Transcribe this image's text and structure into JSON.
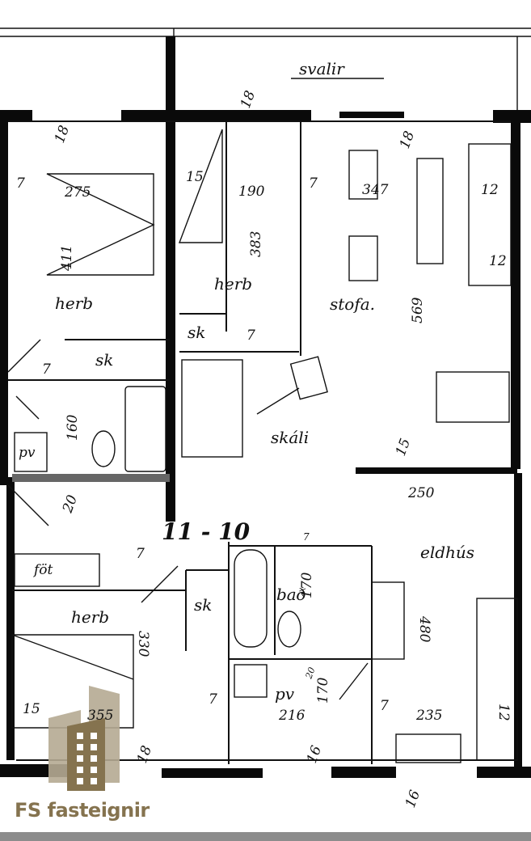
{
  "plan": {
    "rooms": {
      "svalir": "svalir",
      "herb_1": "herb",
      "herb_2": "herb",
      "herb_3": "herb",
      "stofa": "stofa.",
      "skali": "skáli",
      "eldhus": "eldhús",
      "bad": "bað",
      "sk_1": "sk",
      "sk_2": "sk",
      "sk_3": "sk",
      "pv_1": "pv",
      "pv_2": "pv",
      "fot": "föt"
    },
    "dimensions": {
      "d275": "275",
      "d190": "190",
      "d347": "347",
      "d411": "411",
      "d383": "383",
      "d569": "569",
      "d160": "160",
      "d250": "250",
      "d170a": "170",
      "d170b": "170",
      "d480": "480",
      "d330": "330",
      "d355": "355",
      "d216": "216",
      "d235": "235",
      "d12a": "12",
      "d12b": "12",
      "d12c": "12",
      "d18a": "18",
      "d18b": "18",
      "d18c": "18",
      "d18d": "18",
      "d16a": "16",
      "d16b": "16",
      "d15a": "15",
      "d15b": "15",
      "d15c": "15",
      "d20a": "20",
      "d20b": "20",
      "d7a": "7",
      "d7b": "7",
      "d7c": "7",
      "d7d": "7",
      "d7e": "7",
      "d7f": "7",
      "d7g": "7",
      "d7h": "7"
    },
    "unit_label": "11 - 10"
  },
  "logo": {
    "text": "FS fasteignir",
    "color": "#85734f",
    "light_color": "#b5aa92"
  }
}
